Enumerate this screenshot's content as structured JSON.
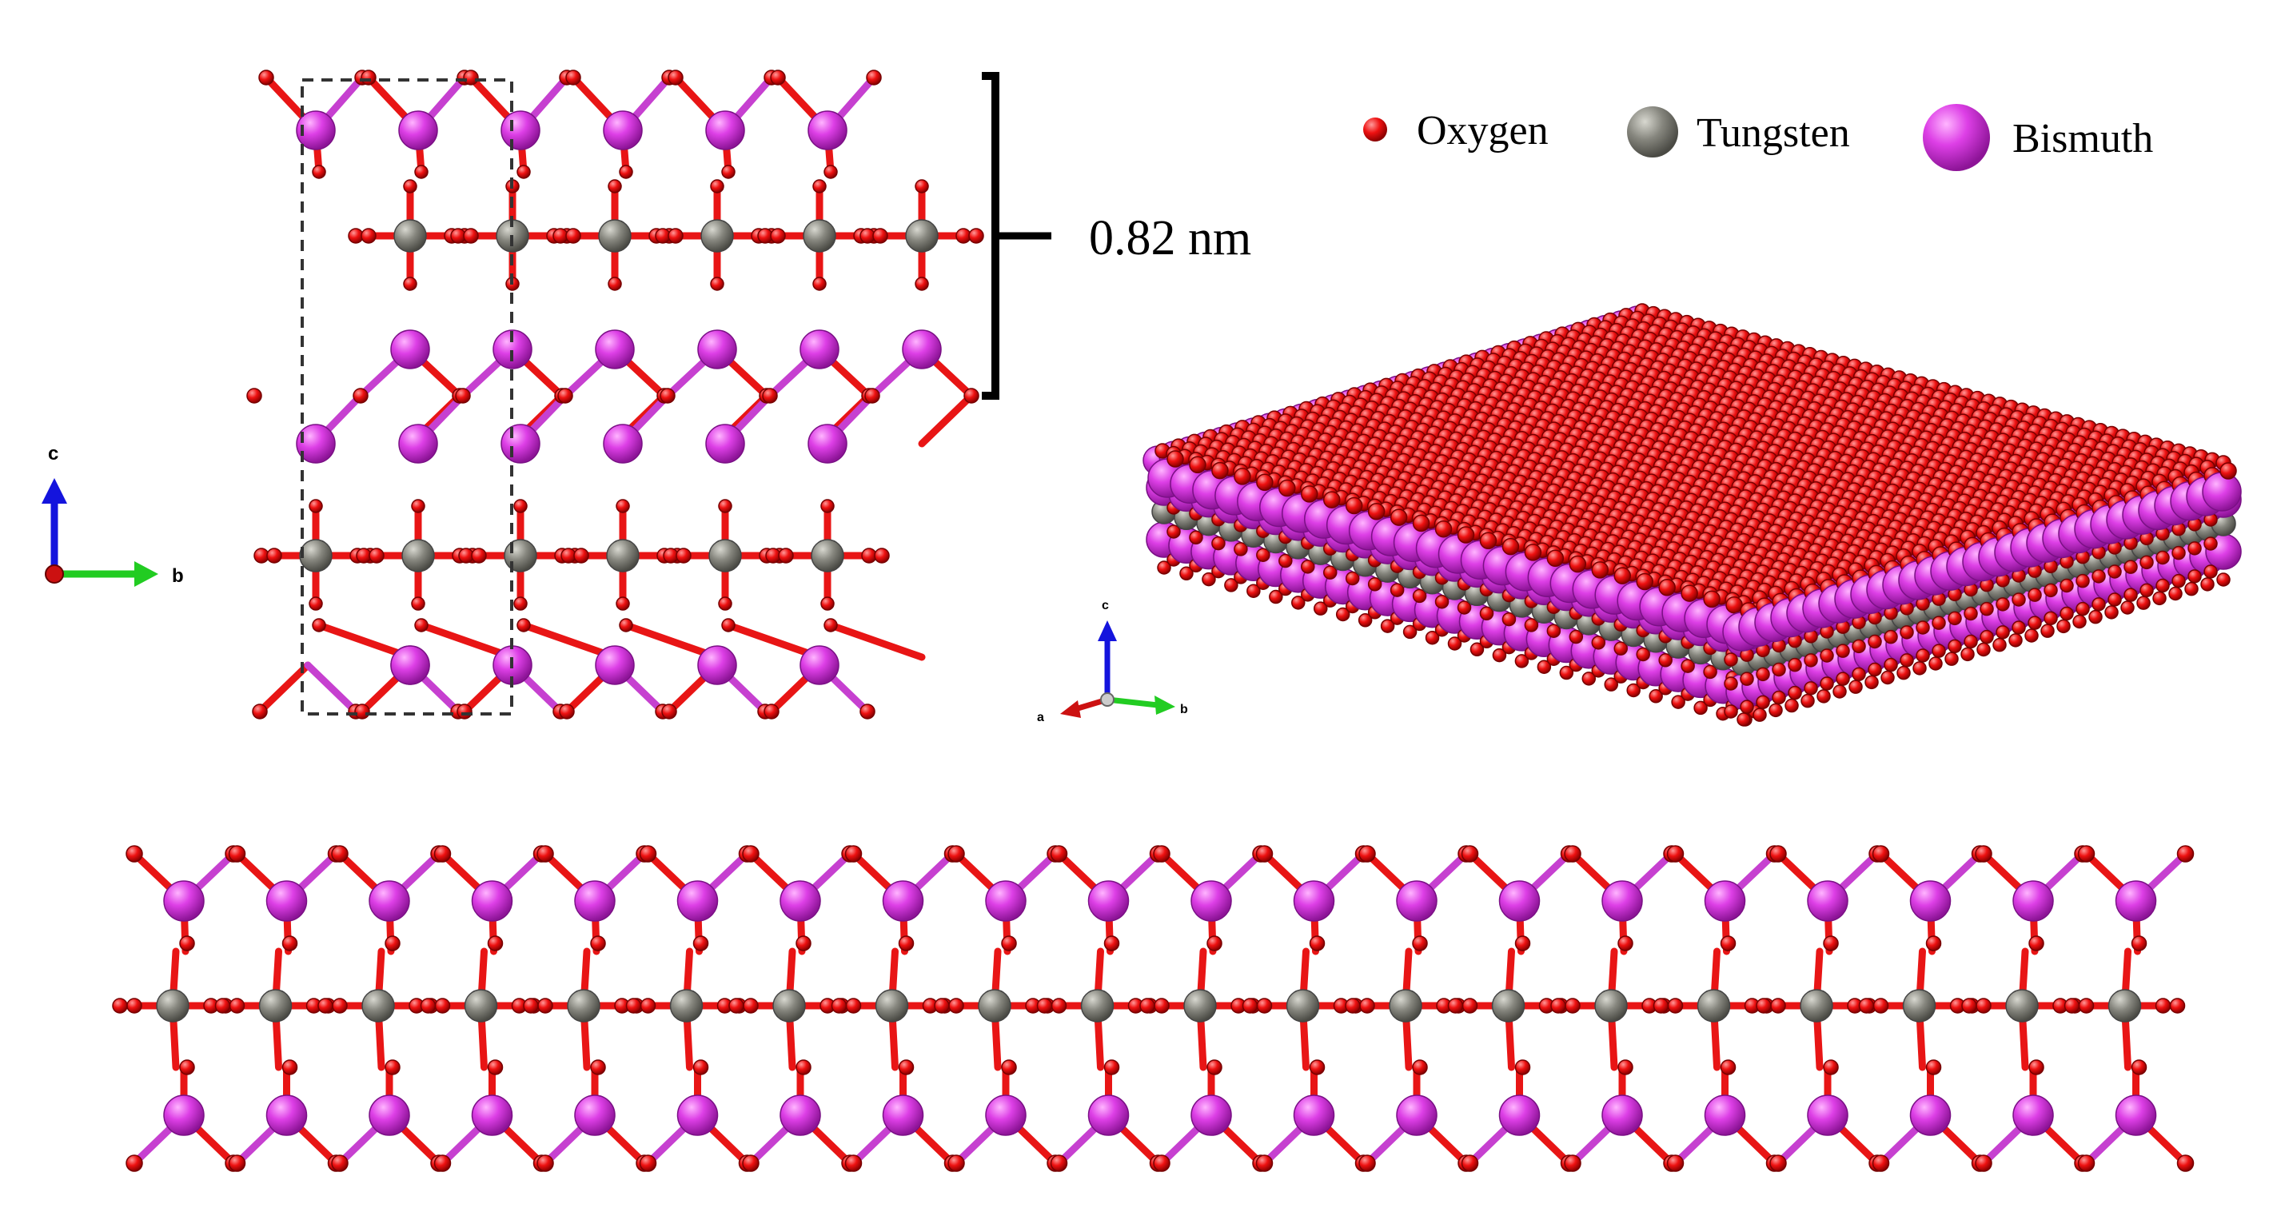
{
  "legend": {
    "oxygen": {
      "label": "Oxygen",
      "color": "#ff0000"
    },
    "tungsten": {
      "label": "Tungsten",
      "color": "#808080"
    },
    "bismuth": {
      "label": "Bismuth",
      "color": "#dd22dd"
    }
  },
  "layer_thickness": "0.82 nm",
  "axes_side_view": {
    "vertical": "c",
    "horizontal": "b"
  },
  "axes_perspective": {
    "vertical": "c",
    "left": "a",
    "right": "b"
  }
}
